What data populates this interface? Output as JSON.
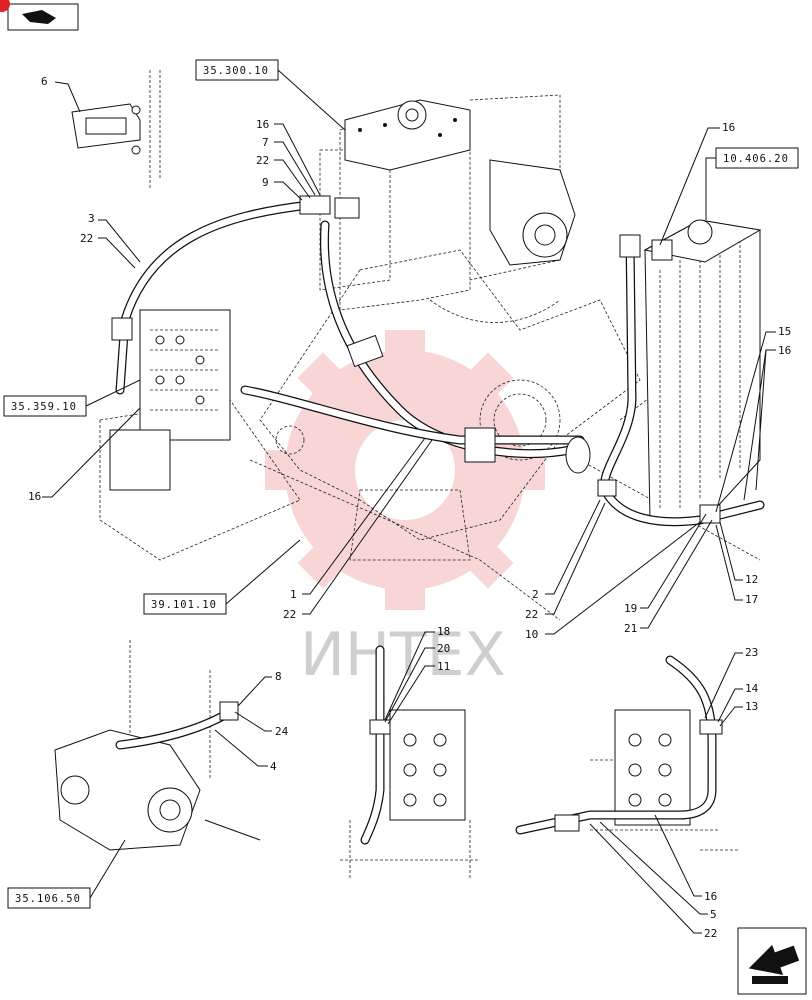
{
  "watermark": {
    "text": "ИНТЕХ",
    "gear_color": "#e04848"
  },
  "nav": {
    "top_left_icon": "arrow-back-icon",
    "bottom_right_icon": "arrow-next-icon"
  },
  "references": {
    "r1": "35.300.10",
    "r2": "10.406.20",
    "r3": "35.359.10",
    "r4": "39.101.10",
    "r5": "35.106.50"
  },
  "callouts": {
    "c6": "6",
    "c16a": "16",
    "c7": "7",
    "c22a": "22",
    "c9": "9",
    "c3": "3",
    "c22b": "22",
    "c16b": "16",
    "c15": "15",
    "c16c": "16",
    "c16d": "16",
    "c1": "1",
    "c22c": "22",
    "c2": "2",
    "c22d": "22",
    "c10": "10",
    "c19": "19",
    "c21": "21",
    "c12": "12",
    "c17": "17",
    "c8": "8",
    "c24": "24",
    "c4": "4",
    "c18": "18",
    "c20": "20",
    "c11": "11",
    "c23": "23",
    "c14": "14",
    "c13": "13",
    "c16e": "16",
    "c5": "5",
    "c22e": "22"
  }
}
